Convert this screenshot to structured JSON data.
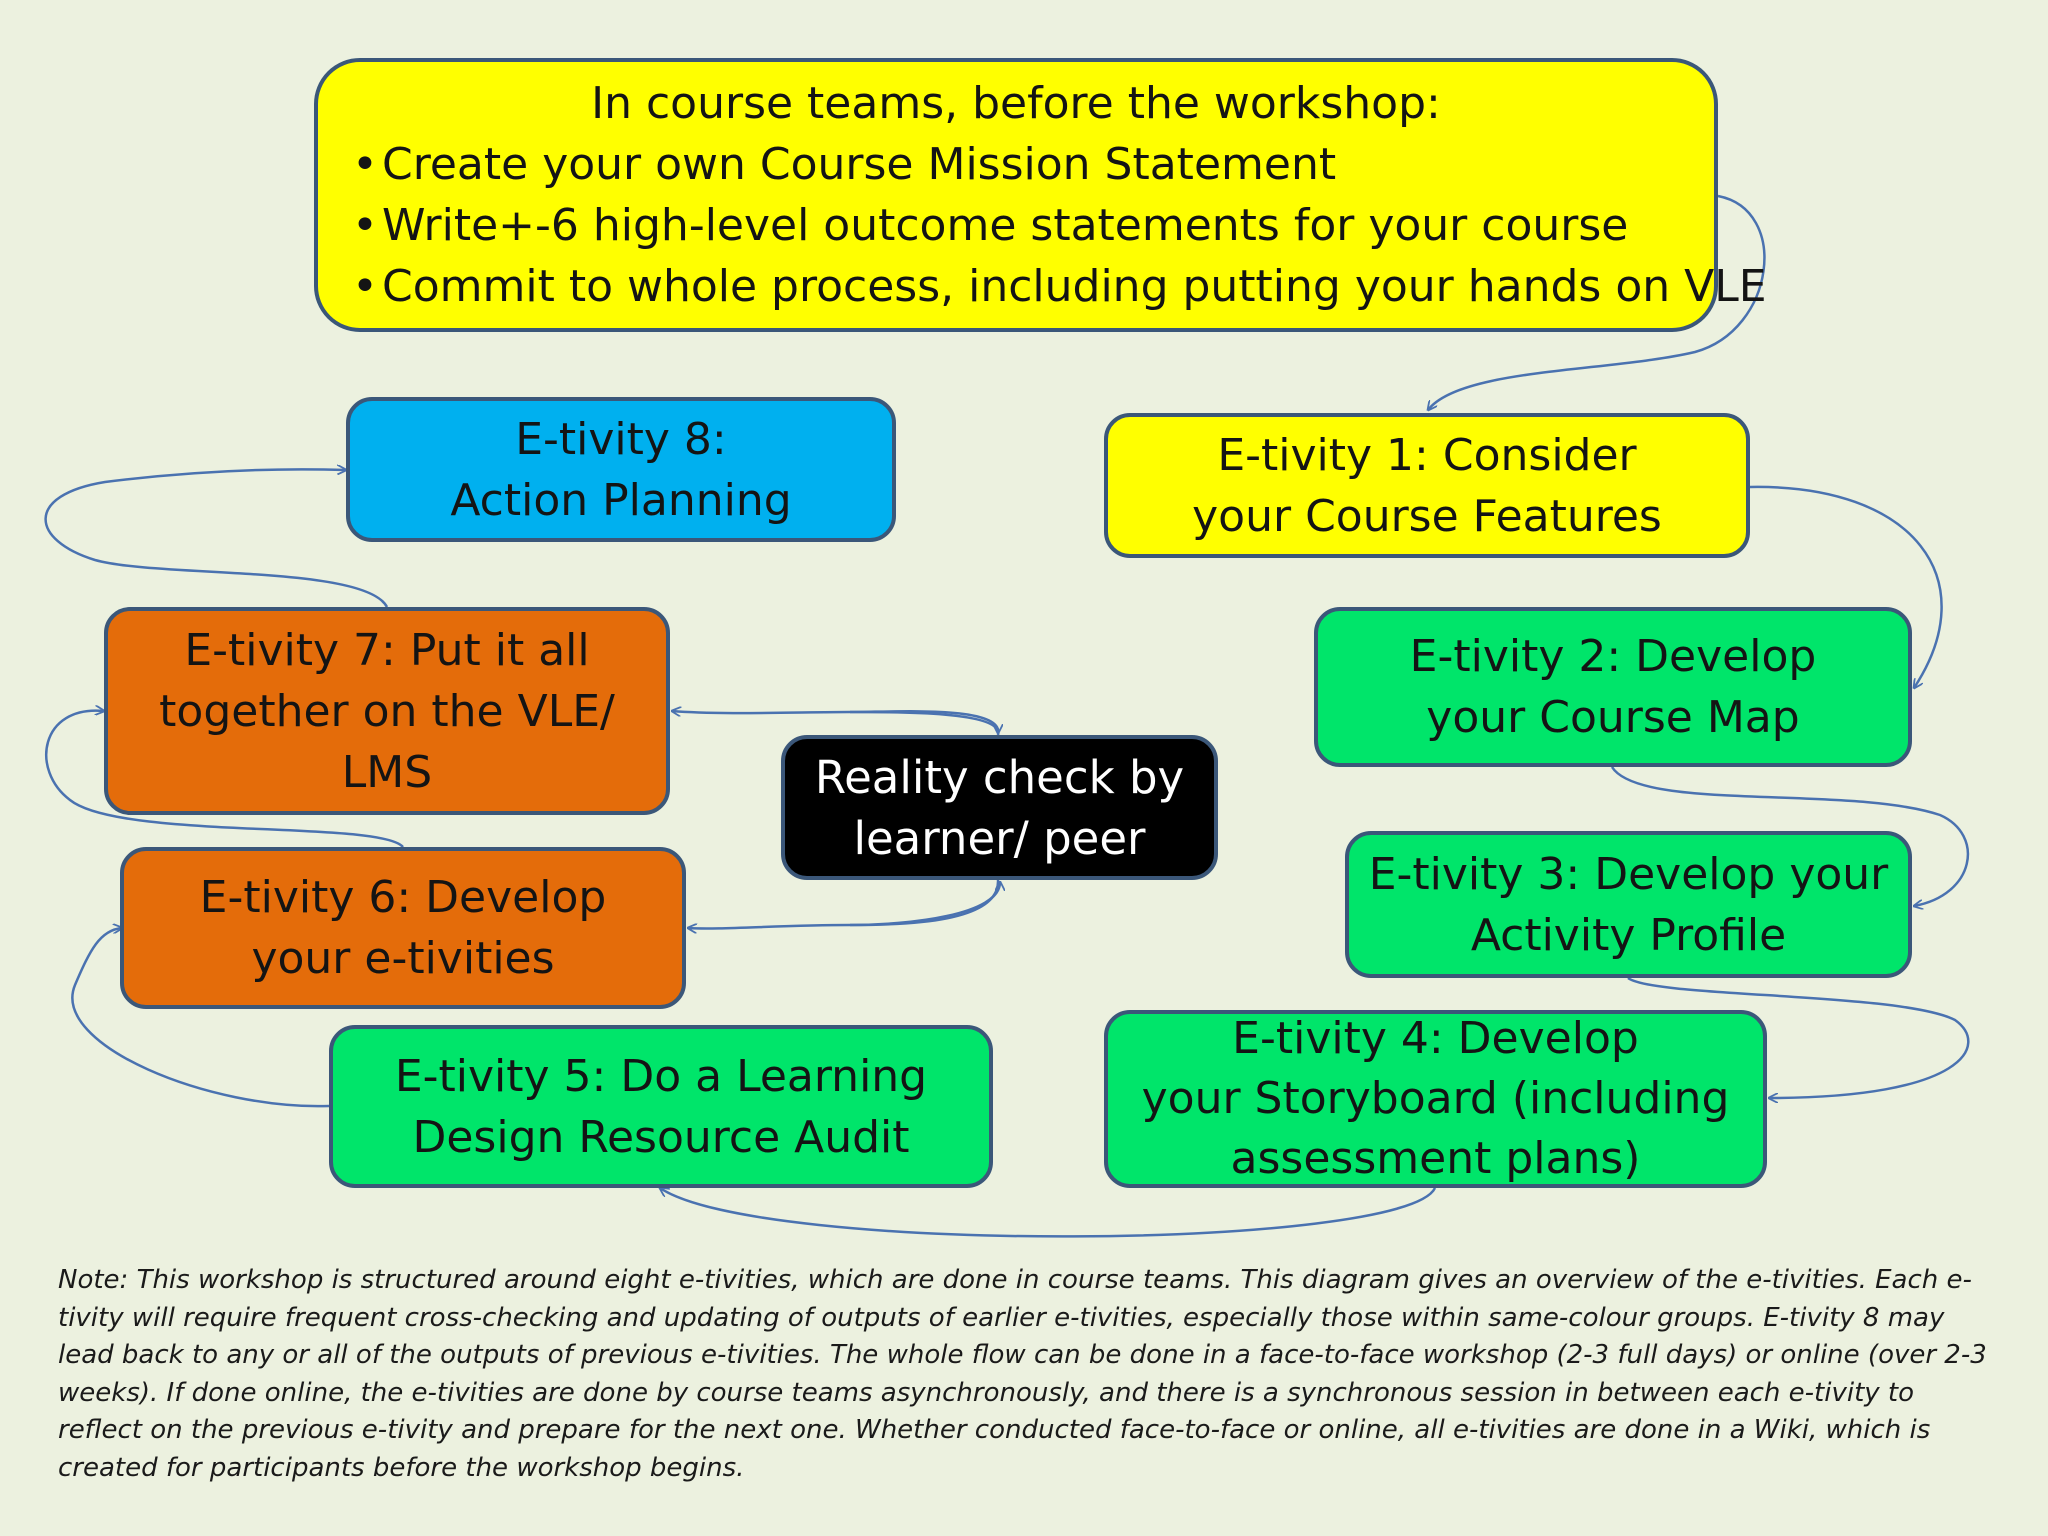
{
  "intro": {
    "title": "In course teams, before the workshop:",
    "bullets": [
      "Create your own Course Mission Statement",
      "Write+-6 high-level outcome statements for your course",
      "Commit to whole process, including putting your hands on VLE"
    ],
    "color": "#ffff00"
  },
  "etivities": {
    "e1": {
      "lines": [
        "E-tivity 1: Consider",
        "your Course Features"
      ],
      "color": "#ffff00"
    },
    "e2": {
      "lines": [
        "E-tivity 2: Develop",
        "your Course Map"
      ],
      "color": "#00e56a"
    },
    "e3": {
      "lines": [
        "E-tivity 3: Develop your",
        "Activity Profile"
      ],
      "color": "#00e56a"
    },
    "e4": {
      "lines": [
        "E-tivity 4: Develop",
        "your Storyboard (including",
        "assessment plans)"
      ],
      "color": "#00e56a"
    },
    "e5": {
      "lines": [
        "E-tivity 5: Do a Learning",
        "Design Resource Audit"
      ],
      "color": "#00e56a"
    },
    "e6": {
      "lines": [
        "E-tivity 6: Develop",
        "your e-tivities"
      ],
      "color": "#e46c0a"
    },
    "e7": {
      "lines": [
        "E-tivity 7: Put it all",
        "together on the VLE/",
        "LMS"
      ],
      "color": "#e46c0a"
    },
    "e8": {
      "lines": [
        "E-tivity 8:",
        "Action Planning"
      ],
      "color": "#00b0ef"
    }
  },
  "reality_check": {
    "lines": [
      "Reality check by",
      "learner/ peer"
    ],
    "color": "#000000"
  },
  "connector_color": "#4a72b0",
  "note": "Note: This workshop is structured around eight e-tivities, which are done in course teams. This diagram gives an overview of the e-tivities. Each e-tivity will require frequent cross-checking and updating of outputs of earlier e-tivities, especially those within same-colour groups. E-tivity 8 may lead back to any or all of the outputs of previous e-tivities. The whole flow can be done in a face-to-face workshop (2-3 full days) or online (over 2-3 weeks). If done online, the e-tivities are done by course teams asynchronously, and there is a synchronous session in between each e-tivity to reflect on the previous e-tivity and prepare for the next one. Whether conducted face-to-face or online, all e-tivities are done in a Wiki, which is created for participants before the workshop begins."
}
